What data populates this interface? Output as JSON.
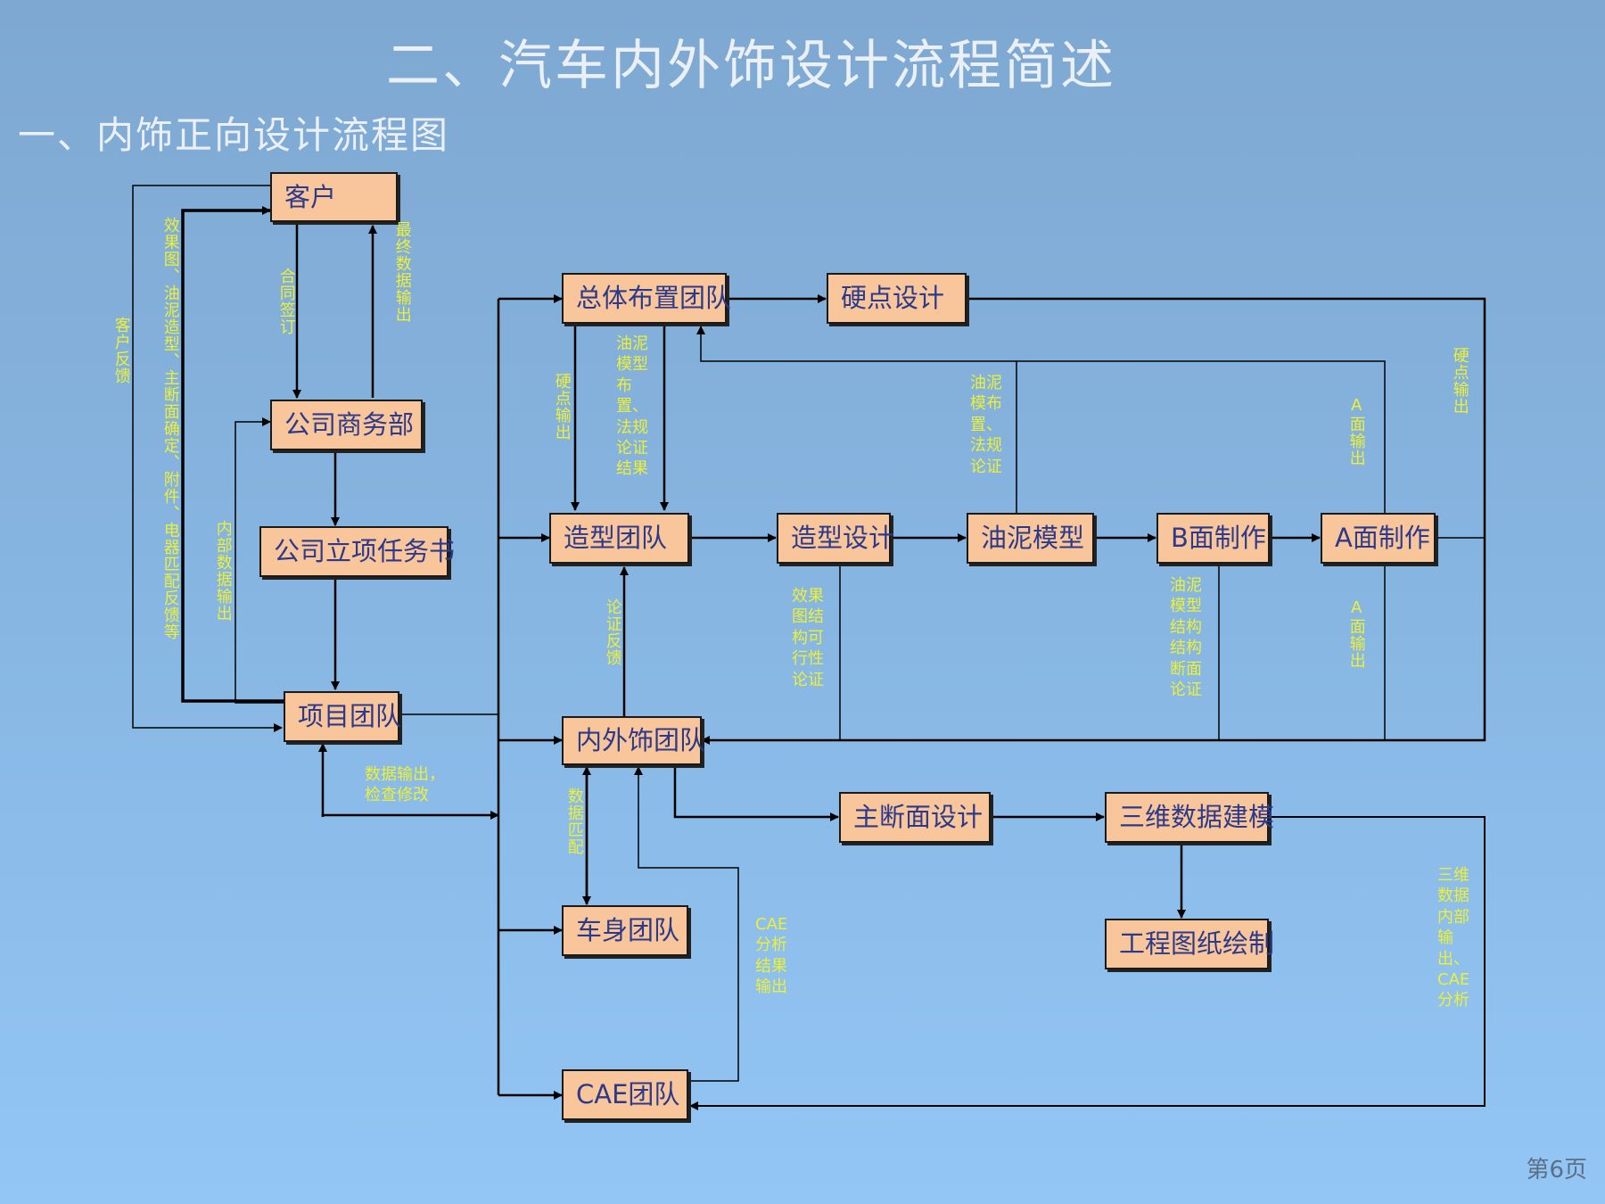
{
  "title": "二、汽车内外饰设计流程简述",
  "subtitle": "一、内饰正向设计流程图",
  "boxes": {
    "customer": "客户",
    "business": "公司商务部",
    "project_doc": "公司立项任务书",
    "project_team": "项目团队",
    "layout_team": "总体布置团队",
    "hardpoint": "硬点设计",
    "styling_team": "造型团队",
    "styling_design": "造型设计",
    "clay_model": "油泥模型",
    "b_surface": "B面制作",
    "a_surface": "A面制作",
    "trim_team": "内外饰团队",
    "main_section": "主断面设计",
    "model_3d": "三维数据建模",
    "drawings": "工程图纸绘制",
    "body_team": "车身团队",
    "cae_team": "CAE团队"
  },
  "labels": {
    "customer_feedback": "客户反馈",
    "rendering_feedback": "效果图、油泥造型、主断面确定、附件、电器匹配反馈等",
    "contract": "合同签订",
    "final_data": "最终数据输出",
    "internal_data": "内部数据输出",
    "data_check": "数据输出，检查修改",
    "hardpoint_out_left": "硬点输出",
    "clay_layout_result": "油泥模型布置、法规论证结果",
    "clay_layout_check": "油泥模布置、法规论证",
    "a_out_upper": "A面输出",
    "hardpoint_out_right": "硬点输出",
    "feedback": "论证反馈",
    "rendering_feasibility": "效果图结构可行性论证",
    "clay_structure": "油泥模型结构结构断面论证",
    "a_out_lower": "A面输出",
    "data_match": "数据匹配",
    "cae_result": "CAE分析结果输出",
    "data_3d_out": "三维数据内部输出、CAE分析"
  },
  "page_number": "第6页"
}
